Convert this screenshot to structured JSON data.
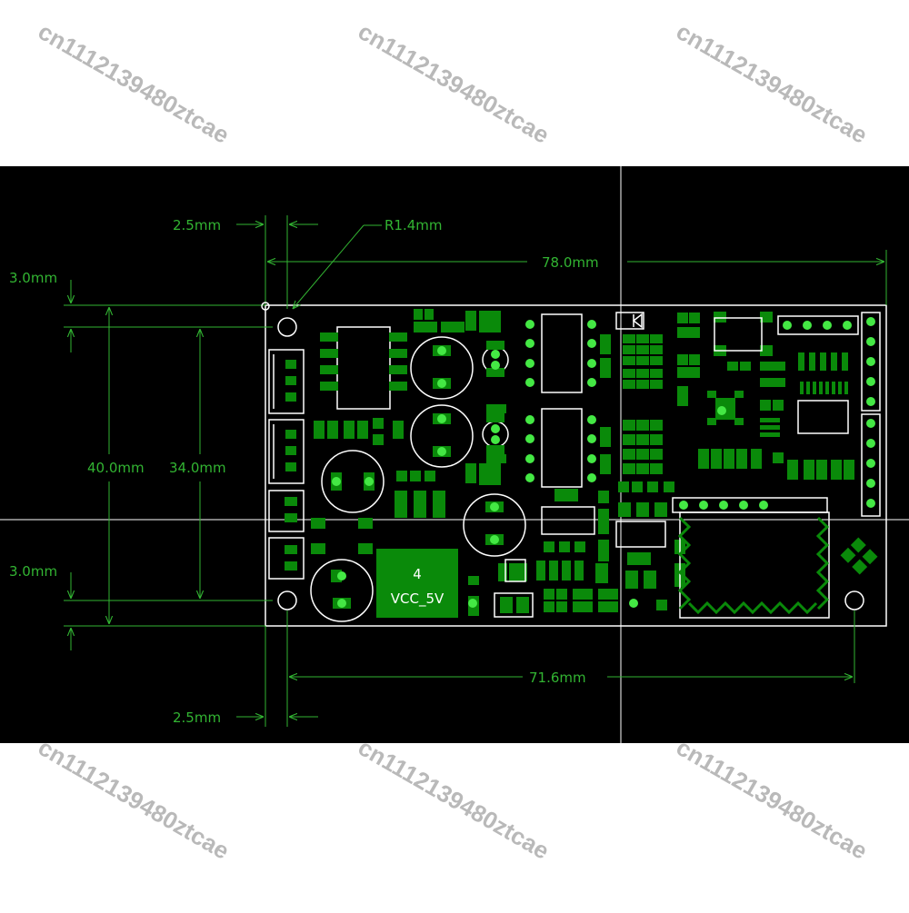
{
  "watermark_text": "cn1112139480ztcae",
  "colors": {
    "background": "#000000",
    "dimension": "#32b432",
    "pad": "#0a8a0a",
    "via": "#44e844",
    "outline": "#ffffff",
    "watermark": "#b9b9b9"
  },
  "dimensions": {
    "top_margin": "2.5mm",
    "corner_radius": "R1.4mm",
    "board_length": "78.0mm",
    "left_top_gap": "3.0mm",
    "board_height": "40.0mm",
    "hole_spacing_vertical": "34.0mm",
    "left_bottom_gap": "3.0mm",
    "hole_spacing_horizontal": "71.6mm",
    "bottom_margin": "2.5mm"
  },
  "board": {
    "power_label_number": "4",
    "power_label": "VCC_5V"
  }
}
